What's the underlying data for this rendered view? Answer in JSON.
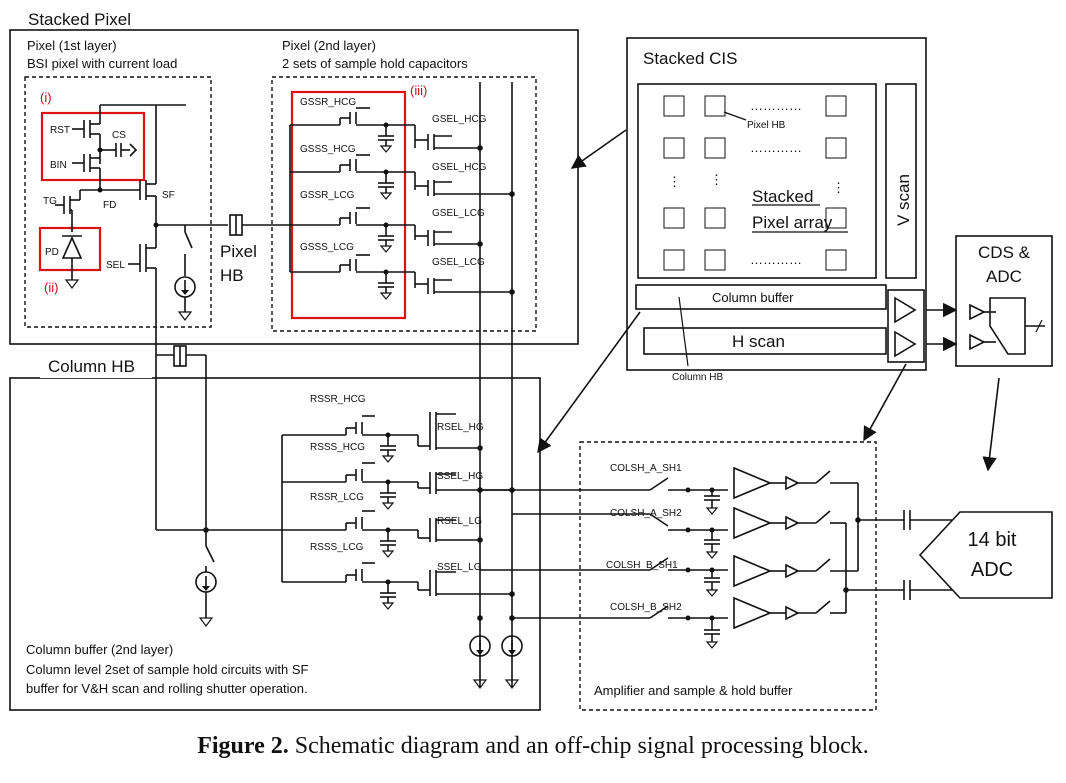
{
  "stacked_pixel": {
    "title": "Stacked Pixel",
    "layer1_title": "Pixel (1st layer)",
    "layer1_sub": "BSI pixel with current load",
    "layer2_title": "Pixel (2nd layer)",
    "layer2_sub": "2 sets of sample hold capacitors",
    "marker_i": "(i)",
    "marker_ii": "(ii)",
    "marker_iii": "(iii)",
    "rst": "RST",
    "bin": "BIN",
    "cs": "CS",
    "tg": "TG",
    "fd": "FD",
    "sf": "SF",
    "pd": "PD",
    "sel": "SEL",
    "pixel_hb": "Pixel",
    "pixel_hb2": "HB",
    "caps": [
      "GSSR_HCG",
      "GSSS_HCG",
      "GSSR_LCG",
      "GSSS_LCG"
    ],
    "sels": [
      "GSEL_HCG",
      "GSEL_HCG",
      "GSEL_LCG",
      "GSEL_LCG"
    ]
  },
  "stacked_cis": {
    "title": "Stacked CIS",
    "pixel_hb": "Pixel HB",
    "array1": "Stacked",
    "array2": "Pixel array",
    "v_scan": "V scan",
    "column_buffer": "Column buffer",
    "h_scan": "H scan",
    "column_hb": "Column HB",
    "cds1": "CDS &",
    "cds2": "ADC"
  },
  "column": {
    "hb_title": "Column HB",
    "caps": [
      "RSSR_HCG",
      "RSSS_HCG",
      "RSSR_LCG",
      "RSSS_LCG"
    ],
    "sels": [
      "RSEL_HG",
      "SSEL_HG",
      "RSEL_LG",
      "SSEL_LG"
    ],
    "buf_title": "Column buffer (2nd layer)",
    "buf_line1": "Column level 2set of sample hold circuits with SF",
    "buf_line2": "buffer for V&H scan and rolling shutter operation."
  },
  "amp": {
    "switches": [
      "COLSH_A_SH1",
      "COLSH_A_SH2",
      "COLSH_B_SH1",
      "COLSH_B_SH2"
    ],
    "title": "Amplifier and sample & hold buffer",
    "adc1": "14 bit",
    "adc2": "ADC"
  },
  "caption": {
    "label": "Figure 2.",
    "text": " Schematic diagram and an off-chip signal processing block."
  }
}
